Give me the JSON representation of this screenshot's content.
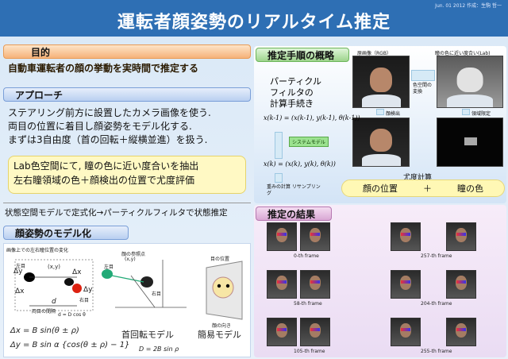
{
  "header": {
    "date": "Jun. 01 2012  作成：生駒 哲一",
    "title": "運転者顔姿勢のリアルタイム推定"
  },
  "left": {
    "purpose_label": "目的",
    "purpose_text": "自動車運転者の顔の挙動を実時間で推定する",
    "approach_label": "アプローチ",
    "approach_lines": [
      "ステアリング前方に設置したカメラ画像を使う.",
      "両目の位置に着目し顔姿勢をモデル化する.",
      "まずは3自由度（首の回転＋縦横並進）を扱う."
    ],
    "lab_lines": [
      "Lab色空間にて, 瞳の色に近い度合いを抽出",
      "左右瞳領域の色＋顔検出の位置で尤度評価"
    ],
    "filter_line": "状態空間モデルで定式化→パーティクルフィルタで状態推定",
    "model_label": "顔姿勢のモデル化",
    "model_caption": "画像上での左右瞳位置の変化",
    "model_labels": {
      "left": "左目",
      "right": "右目",
      "xy": "(x,y)",
      "dx": "Δx",
      "dy": "Δy",
      "d": "d",
      "d_formula": "d = D cos θ",
      "ref_point": "顔の参照点",
      "ref_xy": "(x,y)",
      "eye_pos": "目の位置",
      "face_dir": "顔の向き",
      "eye_distance": "両目の間隔"
    },
    "formula1": "Δx = B sin(θ ± ρ)",
    "formula2": "Δy = B sin α {cos(θ ± ρ) − 1}",
    "formula3": "D = 2B sin ρ",
    "neck_model": "首回転モデル",
    "simple_model": "簡易モデル"
  },
  "right": {
    "proc_label": "推定手順の概略",
    "original_caption": "原画像（RGB）",
    "lab_caption": "瞳の色に近い度合い(Lab)",
    "pf_title": [
      "パーティクル",
      "フィルタの",
      "計算手続き"
    ],
    "state_prev": "x(k-1) = (x(k-1), y(k-1), θ(k-1))",
    "system_model": "システムモデル",
    "state_now": "x(k) = (x(k), y(k), θ(k))",
    "color_convert": "色空間の変換",
    "face_detect": "顔検出",
    "region_limit": "領域限定",
    "likelihood": "尤度計算",
    "eye_position": "顔の位置",
    "plus": "＋",
    "eye_color": "瞳の色",
    "resample": "重みの計算 リサンプリング",
    "result_label": "推定の結果",
    "frames": [
      "0-th frame",
      "257-th frame",
      "58-th frame",
      "204-th frame",
      "105-th frame",
      "255-th frame"
    ]
  },
  "colors": {
    "title_bar": "#2e6fb4",
    "purpose_header": "#f6b27a",
    "approach_header": "#b9cff0",
    "proc_header": "#9ed48c",
    "result_header": "#d9a7d4"
  }
}
